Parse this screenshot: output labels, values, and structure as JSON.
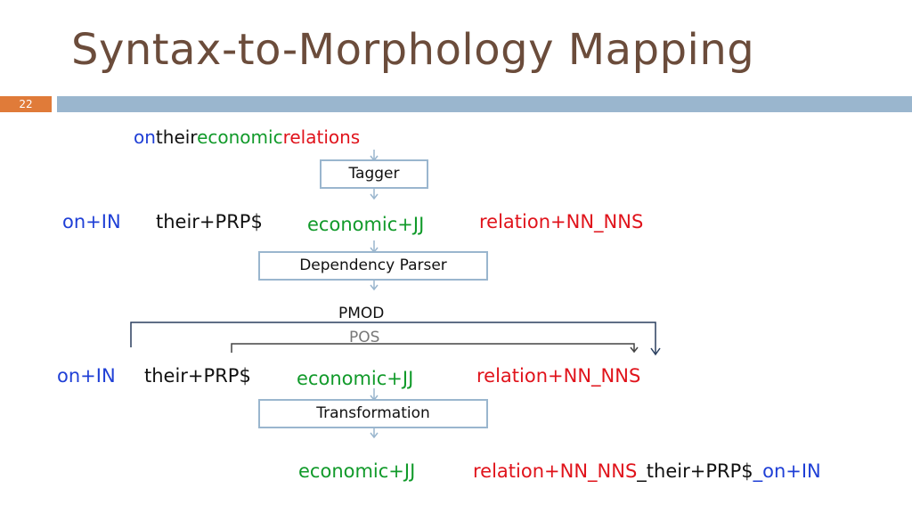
{
  "slide": {
    "title": "Syntax-to-Morphology Mapping",
    "page_number": "22"
  },
  "input_sentence": [
    "on",
    "their",
    "economic",
    "relations"
  ],
  "steps": {
    "tagger": "Tagger",
    "parser": "Dependency Parser",
    "transform": "Transformation"
  },
  "tagged_row": [
    "on+IN",
    "their+PRP$",
    "economic+JJ",
    "relation+NN_NNS"
  ],
  "parsed_row": [
    "on+IN",
    "their+PRP$",
    "economic+JJ",
    "relation+NN_NNS"
  ],
  "dependencies": {
    "pmod": "PMOD",
    "pos": "POS"
  },
  "output": {
    "w1": "economic+JJ",
    "w2": "relation+NN_NNS",
    "sep1": "_",
    "w3": "their+PRP$",
    "sep2": "_",
    "w4": "on+IN"
  },
  "colors": {
    "title": "#6b4c3b",
    "bar": "#9ab6ce",
    "page_badge": "#e07b39",
    "preposition": "#1f3fd6",
    "possessive": "#111111",
    "adjective": "#119a2a",
    "noun": "#e0131b"
  }
}
